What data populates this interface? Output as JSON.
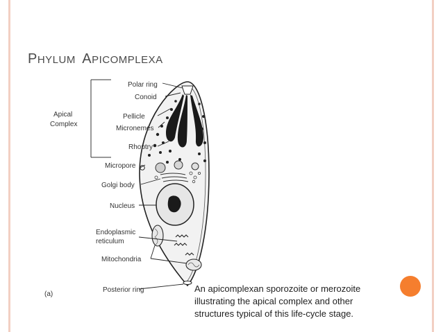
{
  "slide": {
    "title_parts": {
      "p_cap": "P",
      "p_rest": "HYLUM",
      "a_cap": "A",
      "a_rest": "PICOMPLEXA"
    },
    "caption_lines": [
      "An apicomplexan sporozoite or merozoite",
      "illustrating the apical complex and other",
      "structures typical of this life-cycle stage."
    ],
    "frame_color": "#f2cfc3",
    "accent_color": "#f57e2e"
  },
  "diagram": {
    "group_label": [
      "Apical",
      "Complex"
    ],
    "labels": {
      "polar_ring": "Polar ring",
      "conoid": "Conoid",
      "pellicle": "Pellicle",
      "micronemes": "Micronemes",
      "rhoptry": "Rhoptry",
      "micropore": "Micropore",
      "golgi": "Golgi body",
      "nucleus": "Nucleus",
      "er": [
        "Endoplasmic",
        "reticulum"
      ],
      "mitochondria": "Mitochondria",
      "posterior_ring": "Posterior ring"
    },
    "panel_label": "(a)"
  }
}
